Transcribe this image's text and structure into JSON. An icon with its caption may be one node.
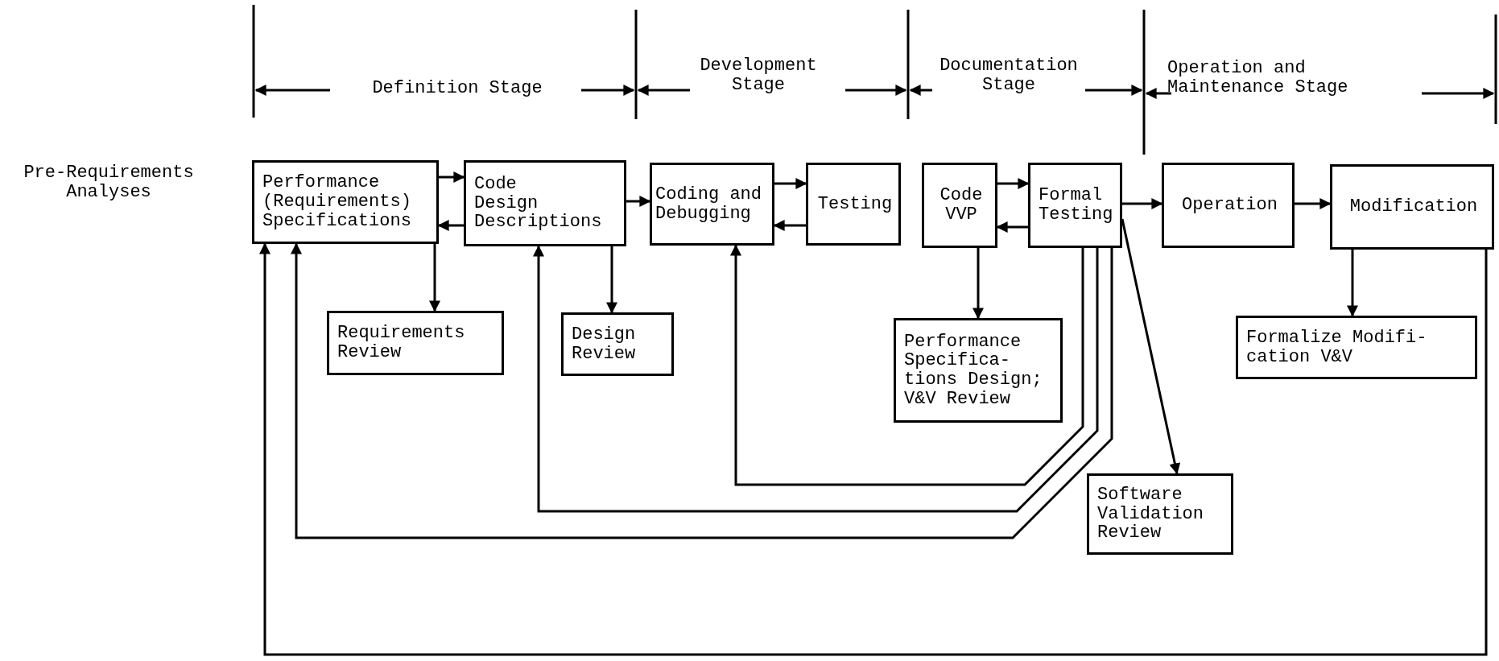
{
  "diagram": {
    "nodes": [
      {
        "text": [
          "Performance (Requirements) Specifications"
        ]
      },
      {
        "text": [
          "Code Design Descriptions"
        ]
      },
      {
        "text": [
          "Coding and Debugging"
        ]
      },
      {
        "text": [
          "Testing"
        ]
      },
      {
        "text": [
          "Code VVP"
        ]
      },
      {
        "text": [
          "Formal Testing"
        ]
      },
      {
        "text": [
          "Operation"
        ]
      },
      {
        "text": [
          "Modification"
        ]
      },
      {
        "text": [
          "Requirements Review"
        ]
      },
      {
        "text": [
          "Design Review"
        ]
      },
      {
        "text": [
          "Performance Specifica- tions Design; V&V Review"
        ]
      },
      {
        "text": [
          "Software Validation Review"
        ]
      },
      {
        "text": [
          "Formalize Modifi- cation V&V"
        ]
      }
    ],
    "edges": [
      {
        "from": 0,
        "to": 1,
        "arrow": "to"
      },
      {
        "from": 1,
        "to": 0,
        "arrow": "to"
      },
      {
        "from": 1,
        "to": 2,
        "arrow": "to"
      },
      {
        "from": 2,
        "to": 3,
        "arrow": "to"
      },
      {
        "from": 3,
        "to": 2,
        "arrow": "to"
      },
      {
        "from": 4,
        "to": 5,
        "arrow": "to"
      },
      {
        "from": 5,
        "to": 4,
        "arrow": "to"
      },
      {
        "from": 5,
        "to": 6,
        "arrow": "to"
      },
      {
        "from": 6,
        "to": 7,
        "arrow": "to"
      },
      {
        "from": 0,
        "to": 8,
        "arrow": "to"
      },
      {
        "from": 1,
        "to": 9,
        "arrow": "to"
      },
      {
        "from": 4,
        "to": 10,
        "arrow": "to"
      },
      {
        "from": 5,
        "to": 11,
        "arrow": "to"
      },
      {
        "from": 7,
        "to": 12,
        "arrow": "to"
      },
      {
        "from": 5,
        "to": 2,
        "arrow": "to"
      },
      {
        "from": 5,
        "to": 1,
        "arrow": "to"
      },
      {
        "from": 5,
        "to": 0,
        "arrow": "to"
      },
      {
        "from": 7,
        "to": 0,
        "arrow": "to"
      }
    ],
    "labels": [
      "Definition Stage",
      "Development Stage",
      "Documentation Stage",
      "Operation and Maintenance Stage",
      "Pre-Requirements Analyses"
    ]
  }
}
